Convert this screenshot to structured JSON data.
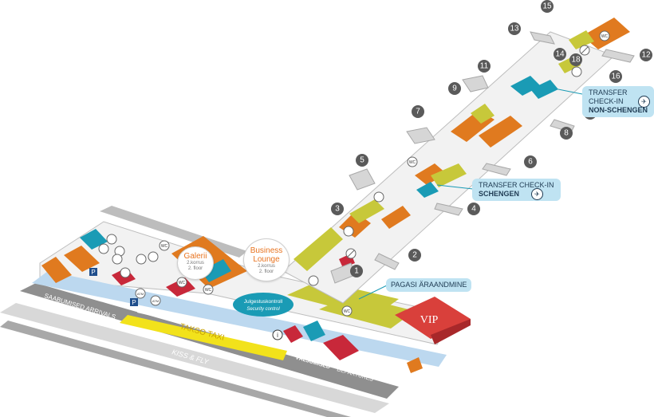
{
  "gates": [
    "1",
    "2",
    "3",
    "4",
    "5",
    "6",
    "7",
    "8",
    "9",
    "10",
    "11",
    "12",
    "13",
    "14",
    "15",
    "16",
    "18"
  ],
  "labels": {
    "galerii": {
      "title": "Galerii",
      "sub1": "2.korrus",
      "sub2": "2. floor"
    },
    "business_lounge": {
      "title1": "Business",
      "title2": "Lounge",
      "sub1": "2.korrus",
      "sub2": "2. floor"
    },
    "security": {
      "et": "Julgestuskontroll",
      "en": "Security control"
    },
    "transfer_schengen": {
      "line1": "TRANSFER CHECK-IN",
      "line2": "SCHENGEN"
    },
    "transfer_non_schengen": {
      "line1": "TRANSFER CHECK-IN",
      "line2": "NON-SCHENGEN"
    },
    "baggage": {
      "text": "PAGASI ÄRAANDMINE"
    },
    "vip": "VIP",
    "taxi": "TAKSO TAXI",
    "kiss_fly": "KISS & FLY",
    "arrivals": "SAABUMISED ARRIVALS",
    "departures_et": "VÄLJUMISED",
    "departures_en": "DEPARTURES",
    "wc": "WC",
    "atm": "ATM",
    "parking": "P",
    "info": "i"
  },
  "colors": {
    "orange": "#e07a1f",
    "yellow_green": "#c7c83a",
    "teal": "#1a9bb5",
    "red": "#c8283a",
    "vip_red": "#d9403b",
    "light_blue": "#bcd8ef",
    "floor": "#f2f2f2",
    "wall": "#9a9a9a",
    "gate_circle": "#5a5a5a",
    "road": "#9d9d9d",
    "taxi_yellow": "#f2e21b"
  }
}
